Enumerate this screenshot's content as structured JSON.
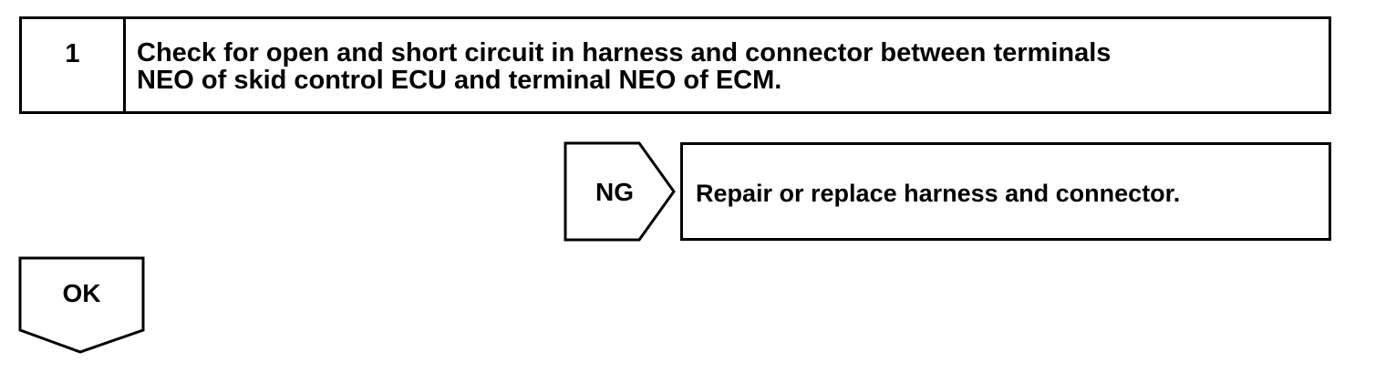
{
  "step": {
    "number": "1",
    "title_lines": [
      "Check for open and short circuit in harness and connector between terminals",
      "NEO of skid control ECU and terminal NEO of ECM."
    ]
  },
  "ng_branch": {
    "label": "NG",
    "action": "Repair or replace harness and connector."
  },
  "ok_branch": {
    "label": "OK"
  }
}
